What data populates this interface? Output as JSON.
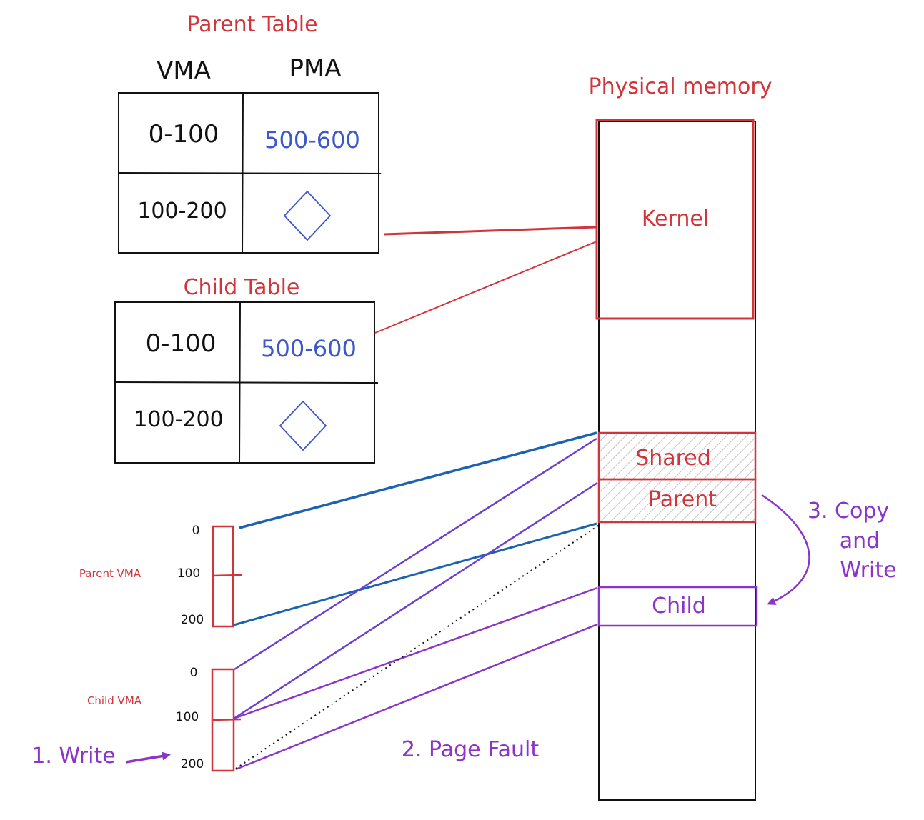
{
  "colors": {
    "red": "#d1343a",
    "purple": "#8a34c8",
    "violet": "#6a3fd4",
    "blue": "#1b62b0",
    "pma_blue": "#3d57cc",
    "black": "#111111",
    "hatch": "#bcbcbc"
  },
  "parent_table": {
    "title": "Parent Table",
    "col_vma": "VMA",
    "col_pma": "PMA",
    "rows": [
      {
        "vma": "0-100",
        "pma": "500-600"
      },
      {
        "vma": "100-200",
        "pma": "◇"
      }
    ]
  },
  "child_table": {
    "title": "Child Table",
    "rows": [
      {
        "vma": "0-100",
        "pma": "500-600"
      },
      {
        "vma": "100-200",
        "pma": "◇"
      }
    ]
  },
  "physical_memory": {
    "title": "Physical memory",
    "kernel": "Kernel",
    "shared": "Shared",
    "parent": "Parent",
    "child": "Child"
  },
  "parent_vma": {
    "label": "Parent VMA",
    "ticks": [
      "0",
      "100",
      "200"
    ]
  },
  "child_vma": {
    "label": "Child VMA",
    "ticks": [
      "0",
      "100",
      "200"
    ]
  },
  "steps": {
    "write": "1. Write",
    "page_fault": "2. Page Fault",
    "copy_line1": "3. Copy",
    "copy_line2": "and",
    "copy_line3": "Write"
  }
}
